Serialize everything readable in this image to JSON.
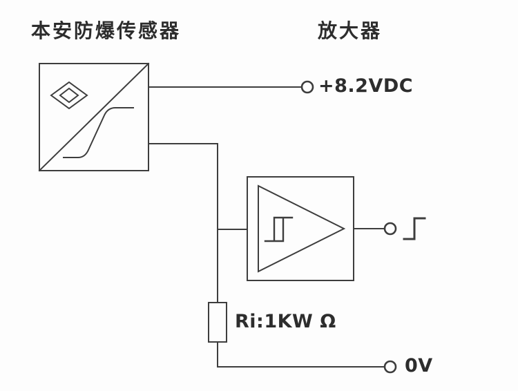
{
  "diagram": {
    "sensor_title": "本安防爆传感器",
    "amplifier_title": "放大器",
    "supply_terminal": "+8.2VDC",
    "resistor_label": "Ri:1KW Ω",
    "ground_terminal": "0V"
  },
  "colors": {
    "line": "#3d3d3d",
    "text": "#2d2d2d",
    "background": "#fdfdfd"
  }
}
